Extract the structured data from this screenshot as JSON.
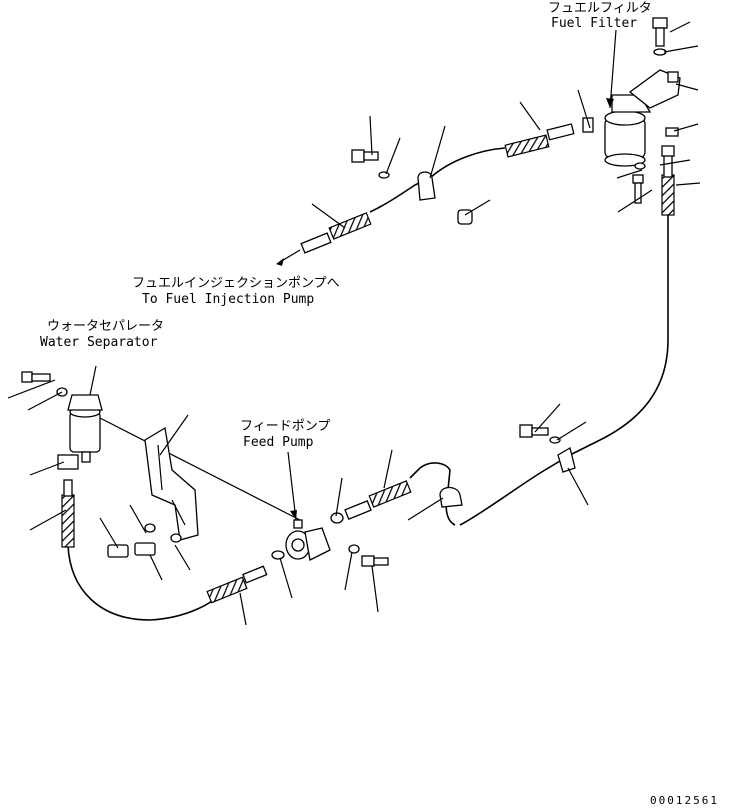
{
  "labels": {
    "fuel_filter_jp": "フュエルフィルタ",
    "fuel_filter_en": "Fuel Filter",
    "injection_pump_jp": "フュエルインジェクションポンプへ",
    "injection_pump_en": "To Fuel Injection Pump",
    "water_separator_jp": "ウォータセパレータ",
    "water_separator_en": "Water Separator",
    "feed_pump_jp": "フィードポンプ",
    "feed_pump_en": "Feed Pump"
  },
  "drawing_number": "00012561"
}
